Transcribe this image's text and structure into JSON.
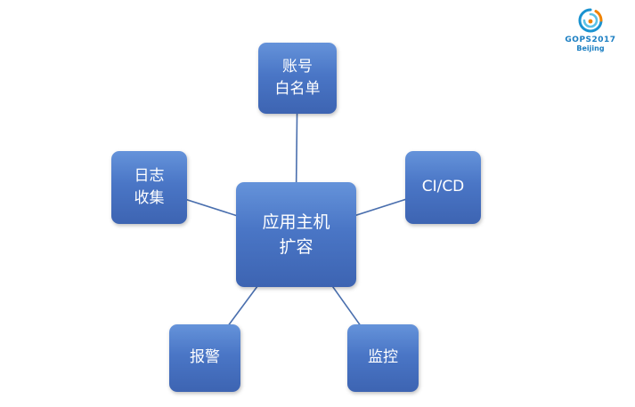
{
  "diagram": {
    "center": {
      "label": "应用主机\n扩容"
    },
    "nodes": [
      {
        "id": "account-whitelist",
        "label": "账号\n白名单"
      },
      {
        "id": "log-collection",
        "label": "日志\n收集"
      },
      {
        "id": "cicd",
        "label": "CI/CD"
      },
      {
        "id": "alerting",
        "label": "报警"
      },
      {
        "id": "monitoring",
        "label": "监控"
      }
    ]
  },
  "logo": {
    "line1": "GOPS2017",
    "line2": "Beijing"
  },
  "colors": {
    "node_gradient_top": "#6593da",
    "node_gradient_bottom": "#3d64b2",
    "connector": "#4a6fae",
    "logo_text": "#1a7ec2",
    "logo_orange": "#f08300",
    "logo_blue": "#1b93d0"
  }
}
